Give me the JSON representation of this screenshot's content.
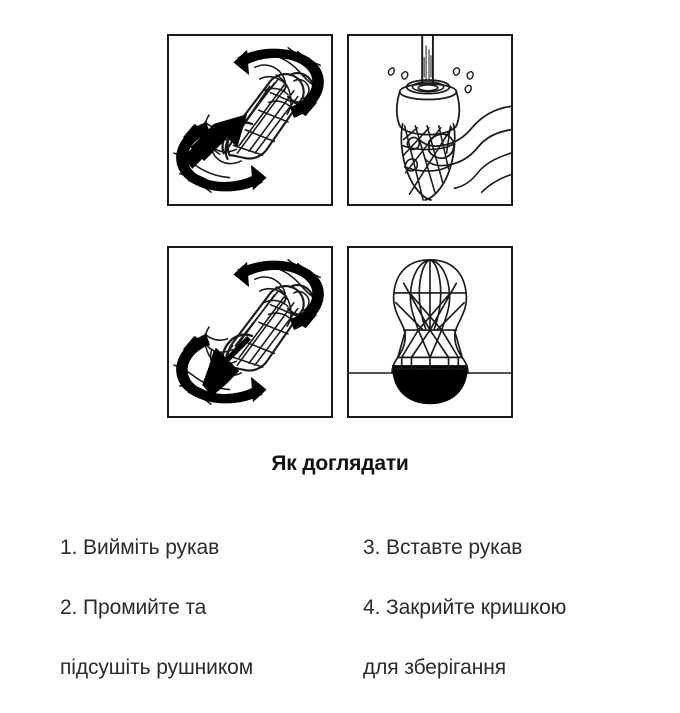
{
  "page": {
    "background_color": "#ffffff",
    "ink_color": "#1a1a1a"
  },
  "illustrations": {
    "panel_border_color": "#1a1a1a",
    "panels": [
      {
        "id": "panel-remove-sleeve",
        "position": "top-left",
        "icon_name": "hands-twisting-sleeve-pull-out-illustration",
        "description": "Two hands gripping and twisting the textured sleeve, a straight arrow pointing up-right and two curved rotation arrows encircling it",
        "arrow_direction": "up-right",
        "step_ref": 1
      },
      {
        "id": "panel-rinse-sleeve",
        "position": "top-right",
        "icon_name": "hand-rinsing-sleeve-under-water-illustration",
        "description": "A hand holding the sleeve under a running stream of water with splash droplets around the cap",
        "arrow_direction": "none",
        "step_ref": 2
      },
      {
        "id": "panel-insert-sleeve",
        "position": "bottom-left",
        "icon_name": "hands-twisting-sleeve-insert-illustration",
        "description": "Two hands gripping and twisting the textured sleeve, a straight arrow pointing down-left and two curved rotation arrows encircling it",
        "arrow_direction": "down-left",
        "step_ref": 3
      },
      {
        "id": "panel-closed-cup",
        "position": "bottom-right",
        "icon_name": "wireframe-cup-with-cap-illustration",
        "description": "Hourglass wireframe cup with a solid black rounded base resting on a horizontal surface line",
        "arrow_direction": "none",
        "step_ref": 4
      }
    ]
  },
  "care": {
    "title": "Як доглядати",
    "columns": [
      {
        "id": "care-steps-left",
        "lines": [
          "1. Вийміть рукав",
          "2. Промийте та",
          "підсушіть рушником"
        ]
      },
      {
        "id": "care-steps-right",
        "lines": [
          "3. Вставте рукав",
          "4. Закрийте кришкою",
          "для зберігання"
        ]
      }
    ]
  }
}
